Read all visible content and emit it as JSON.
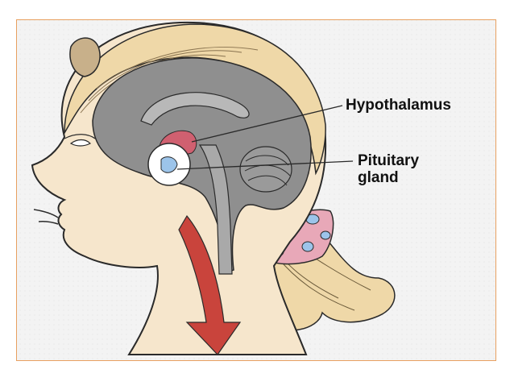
{
  "diagram": {
    "labels": {
      "hypothalamus": "Hypothalamus",
      "pituitary_line1": "Pituitary",
      "pituitary_line2": "gland"
    },
    "colors": {
      "frame_border": "#e8a060",
      "background": "#f3f3f3",
      "skin": "#f6e6cc",
      "hair": "#efd8a8",
      "brain": "#8f8f8f",
      "hypothalamus": "#d06070",
      "pituitary": "#9cc4ea",
      "arrow": "#c9443c",
      "hair_tie": "#e8a8b8"
    }
  }
}
